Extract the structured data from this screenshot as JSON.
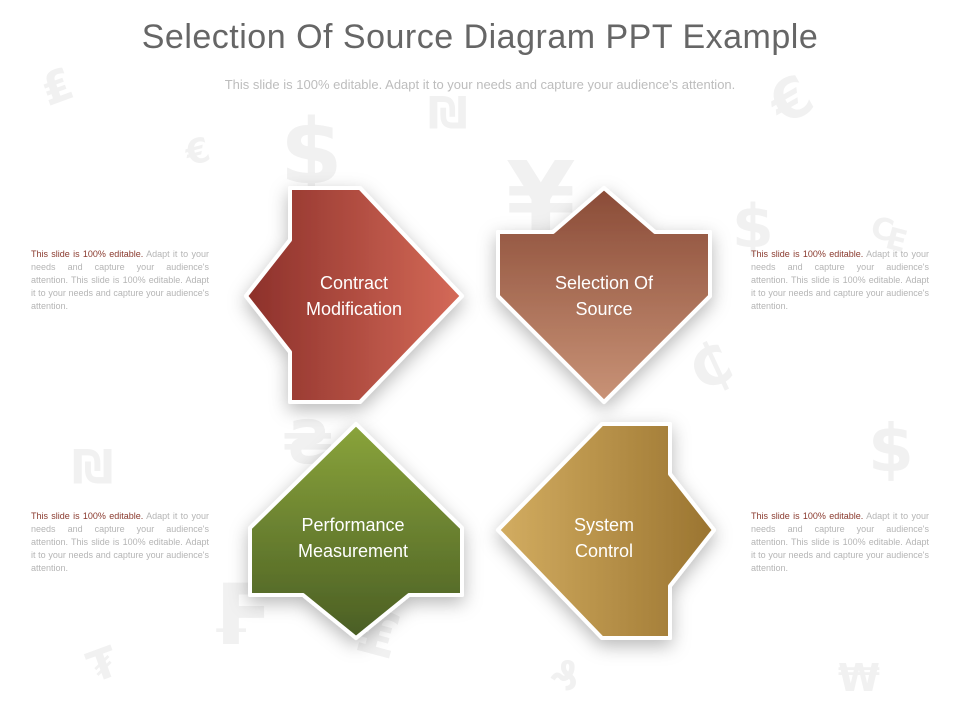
{
  "slide": {
    "title": "Selection Of Source Diagram PPT Example",
    "subtitle": "This slide is 100% editable. Adapt it to your needs and capture your audience's attention."
  },
  "shapes": [
    {
      "label_line1": "Contract",
      "label_line2": "Modification",
      "direction": "right",
      "color_start": "#8c302a",
      "color_end": "#d56a58"
    },
    {
      "label_line1": "Selection Of",
      "label_line2": "Source",
      "direction": "down",
      "color_start": "#8a4b37",
      "color_end": "#c99377"
    },
    {
      "label_line1": "Performance",
      "label_line2": "Measurement",
      "direction": "up",
      "color_start": "#8aa43b",
      "color_end": "#4a5e24"
    },
    {
      "label_line1": "System",
      "label_line2": "Control",
      "direction": "left",
      "color_start": "#d3ad61",
      "color_end": "#9a7430"
    }
  ],
  "side_texts": [
    {
      "lead": "This slide is 100% editable.",
      "body": " Adapt it to your needs and capture your audience's attention. This slide is 100% editable. Adapt it to your needs and capture your audience's attention."
    },
    {
      "lead": "This slide is 100% editable.",
      "body": " Adapt it to your needs and capture your audience's attention. This slide is 100% editable. Adapt it to your needs and capture your audience's attention."
    },
    {
      "lead": "This slide is 100% editable.",
      "body": " Adapt it to your needs and capture your audience's attention. This slide is 100% editable. Adapt it to your needs and capture your audience's attention."
    },
    {
      "lead": "This slide is 100% editable.",
      "body": " Adapt it to your needs and capture your audience's attention. This slide is 100% editable. Adapt it to your needs and capture your audience's attention."
    }
  ],
  "background_symbols": [
    "₤",
    "€",
    "$",
    "₪",
    "¥",
    "€",
    "$",
    "₵",
    "₠",
    "$",
    "₴",
    "₪",
    "₣",
    "₤",
    "₮",
    "₰",
    "₩"
  ]
}
